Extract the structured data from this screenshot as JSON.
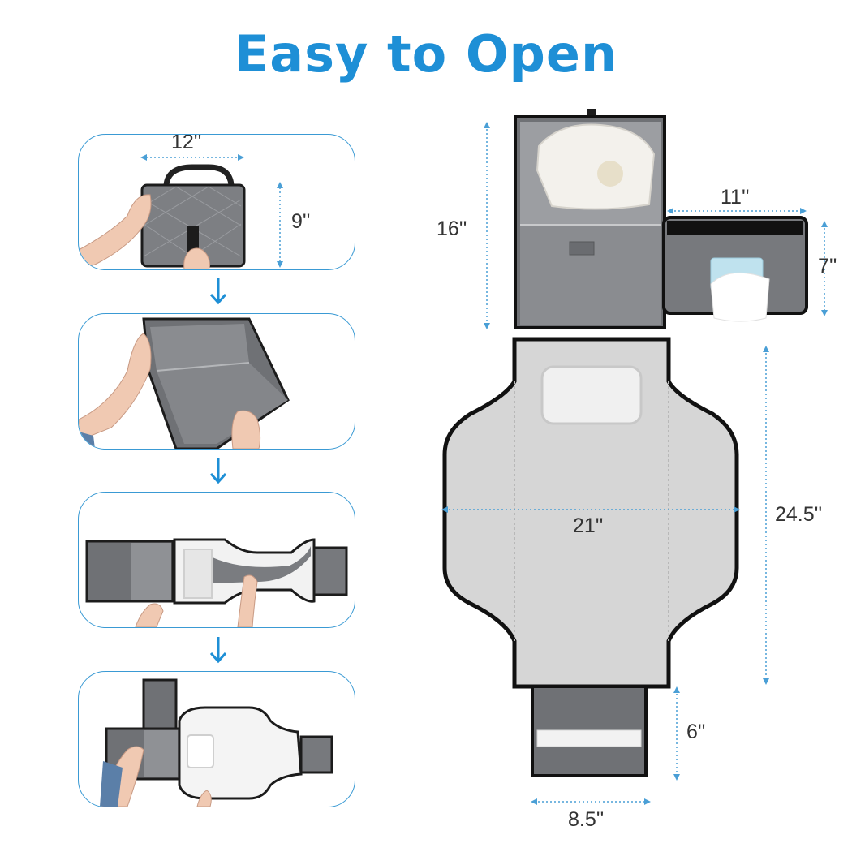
{
  "title": "Easy to Open",
  "colors": {
    "accent": "#1e8fd6",
    "card_border": "#3a9ad4",
    "dim_line": "#4a9fd6",
    "fabric_gray": "#7a7c80",
    "mat_silver": "#dcdcdc"
  },
  "steps": [
    {
      "dim_width": "12''",
      "dim_height": "9''"
    },
    {},
    {},
    {}
  ],
  "product_dimensions": {
    "top_flap_height": "16''",
    "pocket_width": "11''",
    "pocket_height": "7''",
    "mat_width": "21''",
    "mat_length": "24.5''",
    "bottom_pocket_height": "6''",
    "bottom_pocket_width": "8.5''"
  }
}
